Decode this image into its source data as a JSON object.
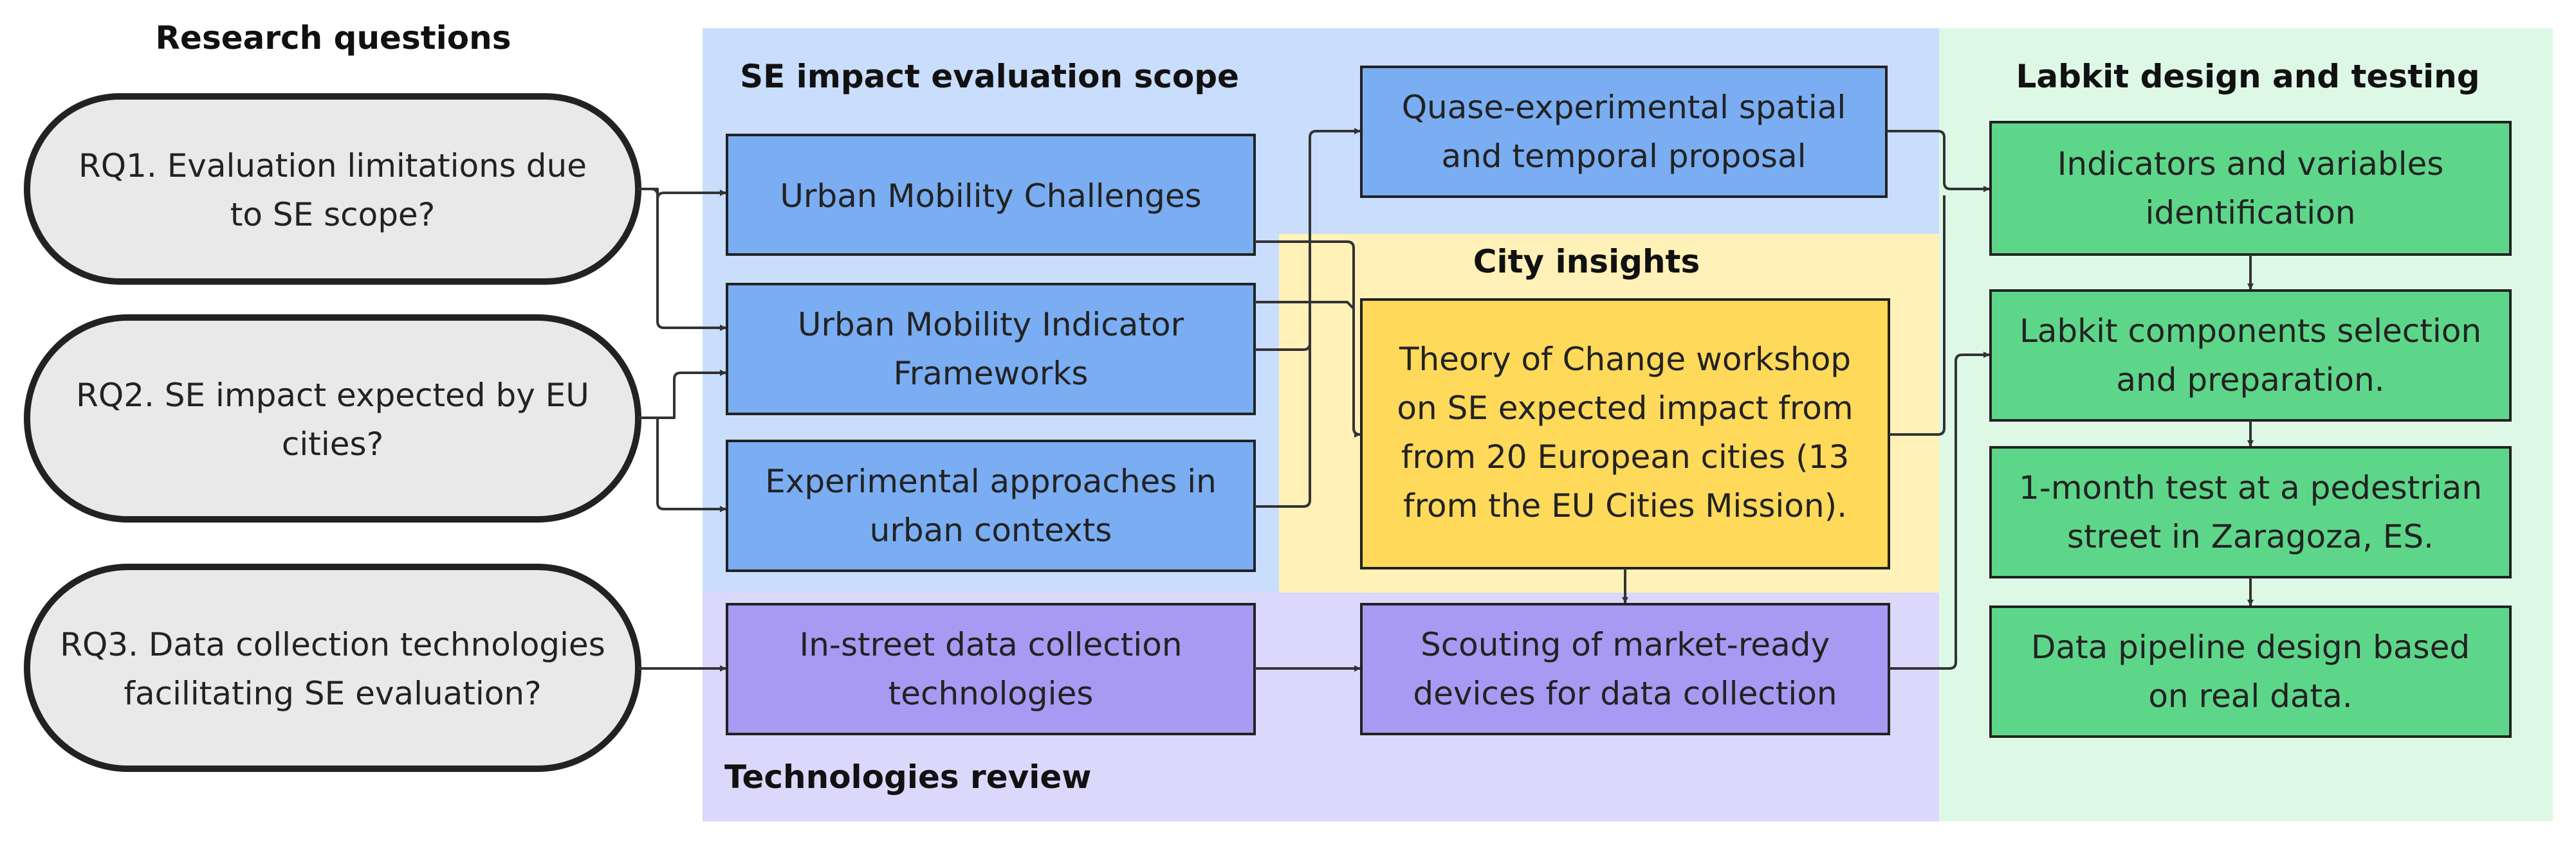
{
  "colors": {
    "scope_bg": "#c9ddfc",
    "city_bg": "#fff1b8",
    "tech_bg": "#dcd8fb",
    "labkit_bg": "#def8e6",
    "blue_box": "#7aadf2",
    "yellow_box": "#fed95a",
    "purple_box": "#a89af2",
    "green_box": "#5ed68a",
    "rq_fill": "#e9e9e9",
    "stroke": "#222222",
    "arrow": "#333333"
  },
  "headings": {
    "research_questions": "Research questions",
    "scope": "SE impact evaluation scope",
    "city": "City insights",
    "technologies": "Technologies review",
    "labkit": "Labkit design and testing"
  },
  "research_questions": [
    {
      "lines": [
        "RQ1. Evaluation limitations due",
        "to SE scope?"
      ]
    },
    {
      "lines": [
        "RQ2. SE impact expected by EU",
        "cities?"
      ]
    },
    {
      "lines": [
        "RQ3. Data collection technologies",
        "facilitating SE evaluation?"
      ]
    }
  ],
  "scope_boxes": [
    {
      "lines": [
        "Urban Mobility Challenges"
      ]
    },
    {
      "lines": [
        "Urban Mobility Indicator",
        "Frameworks"
      ]
    },
    {
      "lines": [
        "Experimental approaches in",
        "urban contexts"
      ]
    }
  ],
  "quasi_box": {
    "lines": [
      "Quase-experimental spatial",
      "and temporal proposal"
    ]
  },
  "toc_box": {
    "lines": [
      "Theory of Change workshop",
      "on SE expected impact from",
      "from 20 European cities (13",
      "from the EU Cities Mission)."
    ]
  },
  "tech_boxes": [
    {
      "lines": [
        "In-street data collection",
        "technologies"
      ]
    },
    {
      "lines": [
        "Scouting of market-ready",
        "devices for data collection"
      ]
    }
  ],
  "labkit_boxes": [
    {
      "lines": [
        "Indicators and variables",
        "identification"
      ]
    },
    {
      "lines": [
        "Labkit components selection",
        "and preparation."
      ]
    },
    {
      "lines": [
        "1-month test at a pedestrian",
        "street in Zaragoza, ES."
      ]
    },
    {
      "lines": [
        "Data pipeline design based",
        "on real data."
      ]
    }
  ]
}
